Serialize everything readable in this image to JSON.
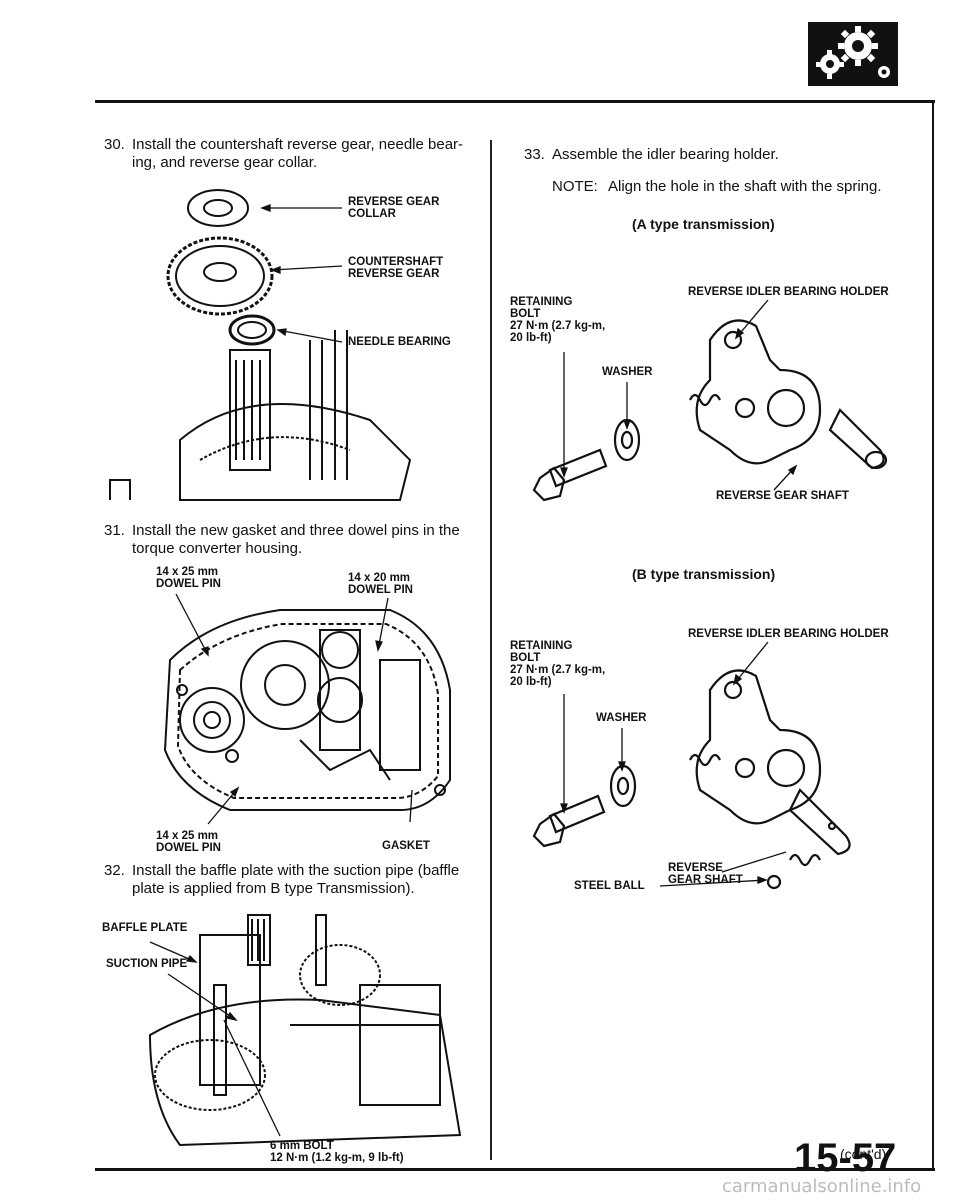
{
  "page": {
    "number": "15-57",
    "contd": "(cont'd)",
    "watermark": "carmanualsonline.info"
  },
  "steps": {
    "s30": {
      "num": "30.",
      "text": "Install the countershaft reverse gear, needle bear-\ning, and reverse gear collar."
    },
    "s31": {
      "num": "31.",
      "text": "Install the new gasket and three dowel pins in the\ntorque converter housing."
    },
    "s32": {
      "num": "32.",
      "text": "Install the baffle plate with the suction pipe (baffle\nplate is applied from B type Transmission)."
    },
    "s33": {
      "num": "33.",
      "text": "Assemble the idler bearing holder."
    }
  },
  "note": {
    "label": "NOTE:",
    "text": "Align the hole in the shaft with the spring."
  },
  "fig30": {
    "collar": "REVERSE GEAR\nCOLLAR",
    "gear": "COUNTERSHAFT\nREVERSE GEAR",
    "bearing": "NEEDLE BEARING"
  },
  "fig31": {
    "pin_tl": "14 x 25 mm\nDOWEL PIN",
    "pin_tr": "14 x 20 mm\nDOWEL PIN",
    "pin_bl": "14 x 25 mm\nDOWEL PIN",
    "gasket": "GASKET"
  },
  "fig32": {
    "baffle": "BAFFLE PLATE",
    "suction": "SUCTION PIPE",
    "bolt": "6 mm BOLT\n12 N·m (1.2 kg-m, 9 lb-ft)"
  },
  "figA": {
    "title": "(A type transmission)",
    "holder": "REVERSE IDLER BEARING HOLDER",
    "bolt": "RETAINING\nBOLT\n27 N·m (2.7 kg-m,\n20 lb-ft)",
    "washer": "WASHER",
    "shaft": "REVERSE GEAR SHAFT"
  },
  "figB": {
    "title": "(B type transmission)",
    "holder": "REVERSE IDLER BEARING HOLDER",
    "bolt": "RETAINING\nBOLT\n27 N·m (2.7 kg-m,\n20 lb-ft)",
    "washer": "WASHER",
    "shaft": "REVERSE\nGEAR SHAFT",
    "ball": "STEEL BALL"
  },
  "icon": {
    "name": "gear-transmission-icon"
  }
}
